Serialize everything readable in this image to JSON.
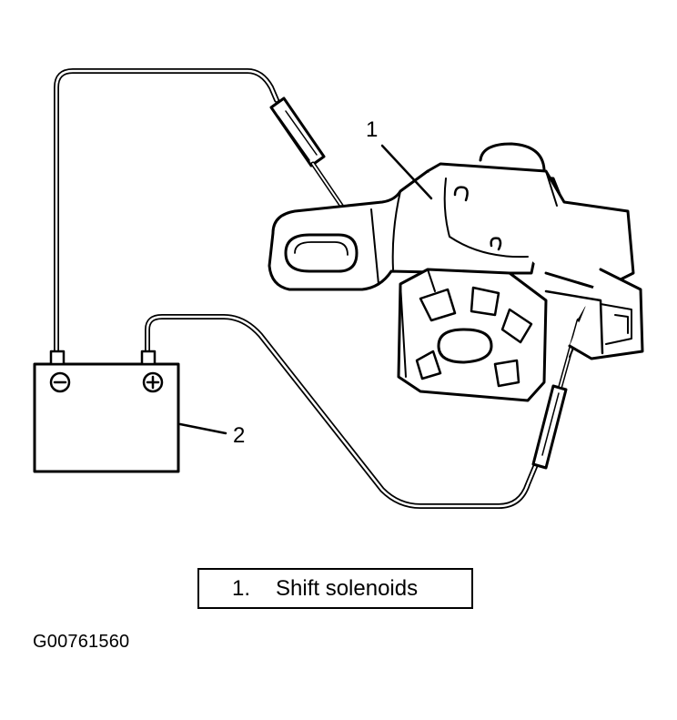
{
  "diagram": {
    "callouts": {
      "solenoid": "1",
      "battery": "2"
    },
    "battery_terminals": {
      "negative": "⊖",
      "positive": "⊕"
    },
    "legend": {
      "number": "1.",
      "text": "Shift solenoids"
    },
    "figure_id": "G00761560"
  }
}
